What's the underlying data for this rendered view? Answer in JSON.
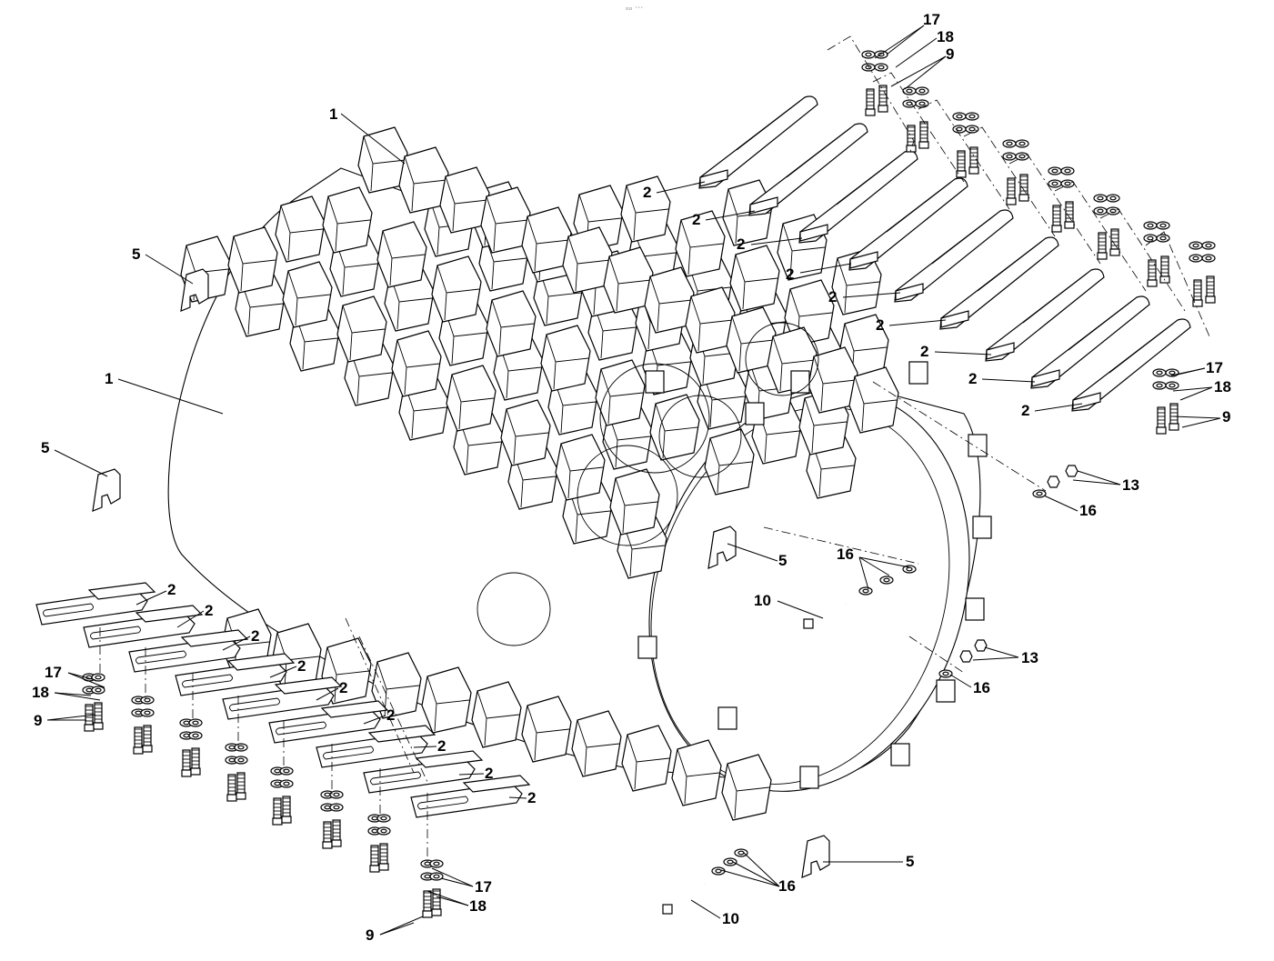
{
  "toolbar": {
    "indicator_text": "ₒₒ ⋯"
  },
  "diagram": {
    "labels": {
      "pad_foot": "1",
      "scraper_blade": "2",
      "clamp": "5",
      "bolt_long": "10",
      "nut": "13",
      "washer_small": "16",
      "washer_flat": "17",
      "lock_washer": "18",
      "screw": "9"
    }
  }
}
